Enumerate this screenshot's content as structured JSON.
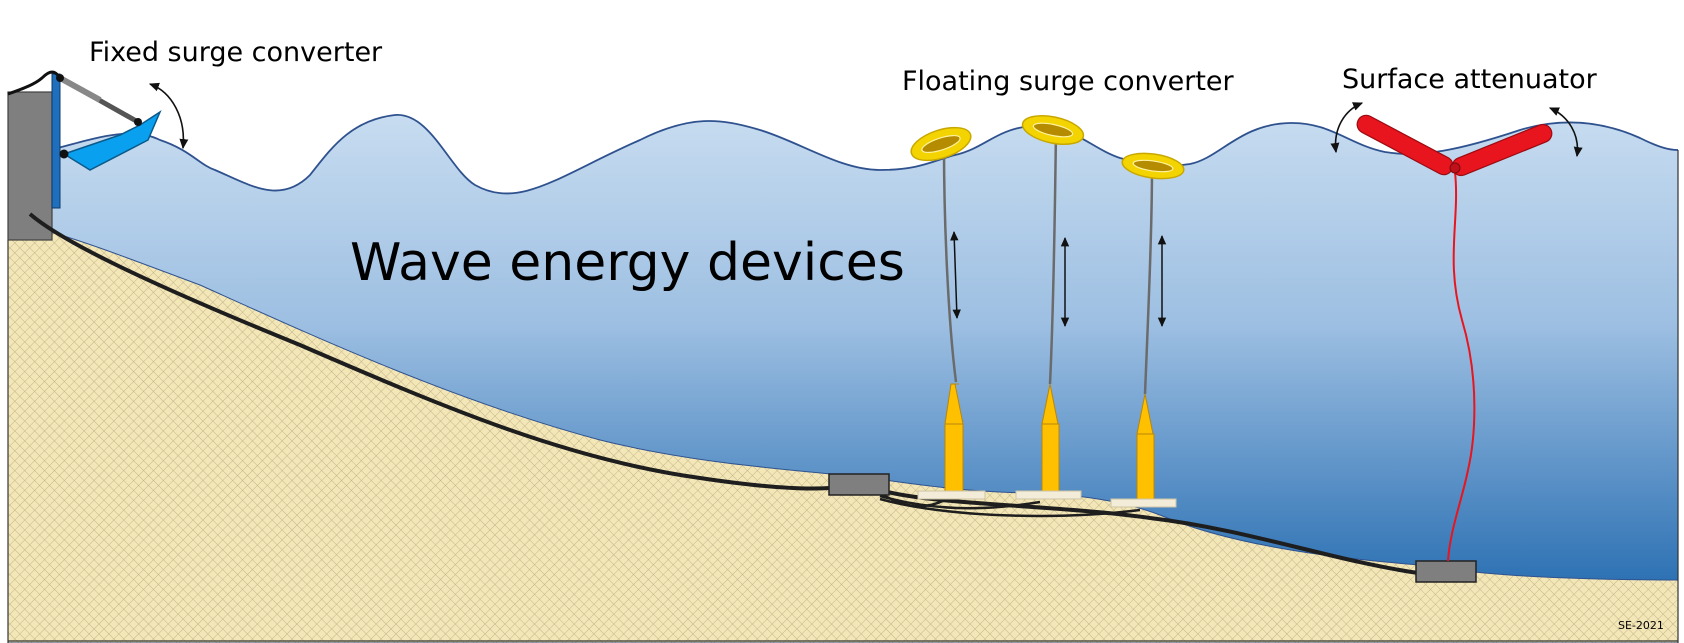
{
  "labels": {
    "fixed_surge": "Fixed surge converter",
    "floating_surge": "Floating surge converter",
    "surface_attenuator": "Surface attenuator",
    "title": "Wave energy devices",
    "credit": "SE-2021"
  },
  "colors": {
    "water_top": "#bdd6ee",
    "water_bottom": "#2e75b6",
    "wave_line": "#2f528f",
    "seabed": "#f2e6b5",
    "seabed_hatch": "#b7a77a",
    "cable": "#1e1e1e",
    "junction_box": "#7f7f7f",
    "fixed_converter_blue": "#0aa0f0",
    "buoy_yellow": "#ffe600",
    "anchor_orange": "#ffc000",
    "attenuator_red": "#e8141e"
  }
}
